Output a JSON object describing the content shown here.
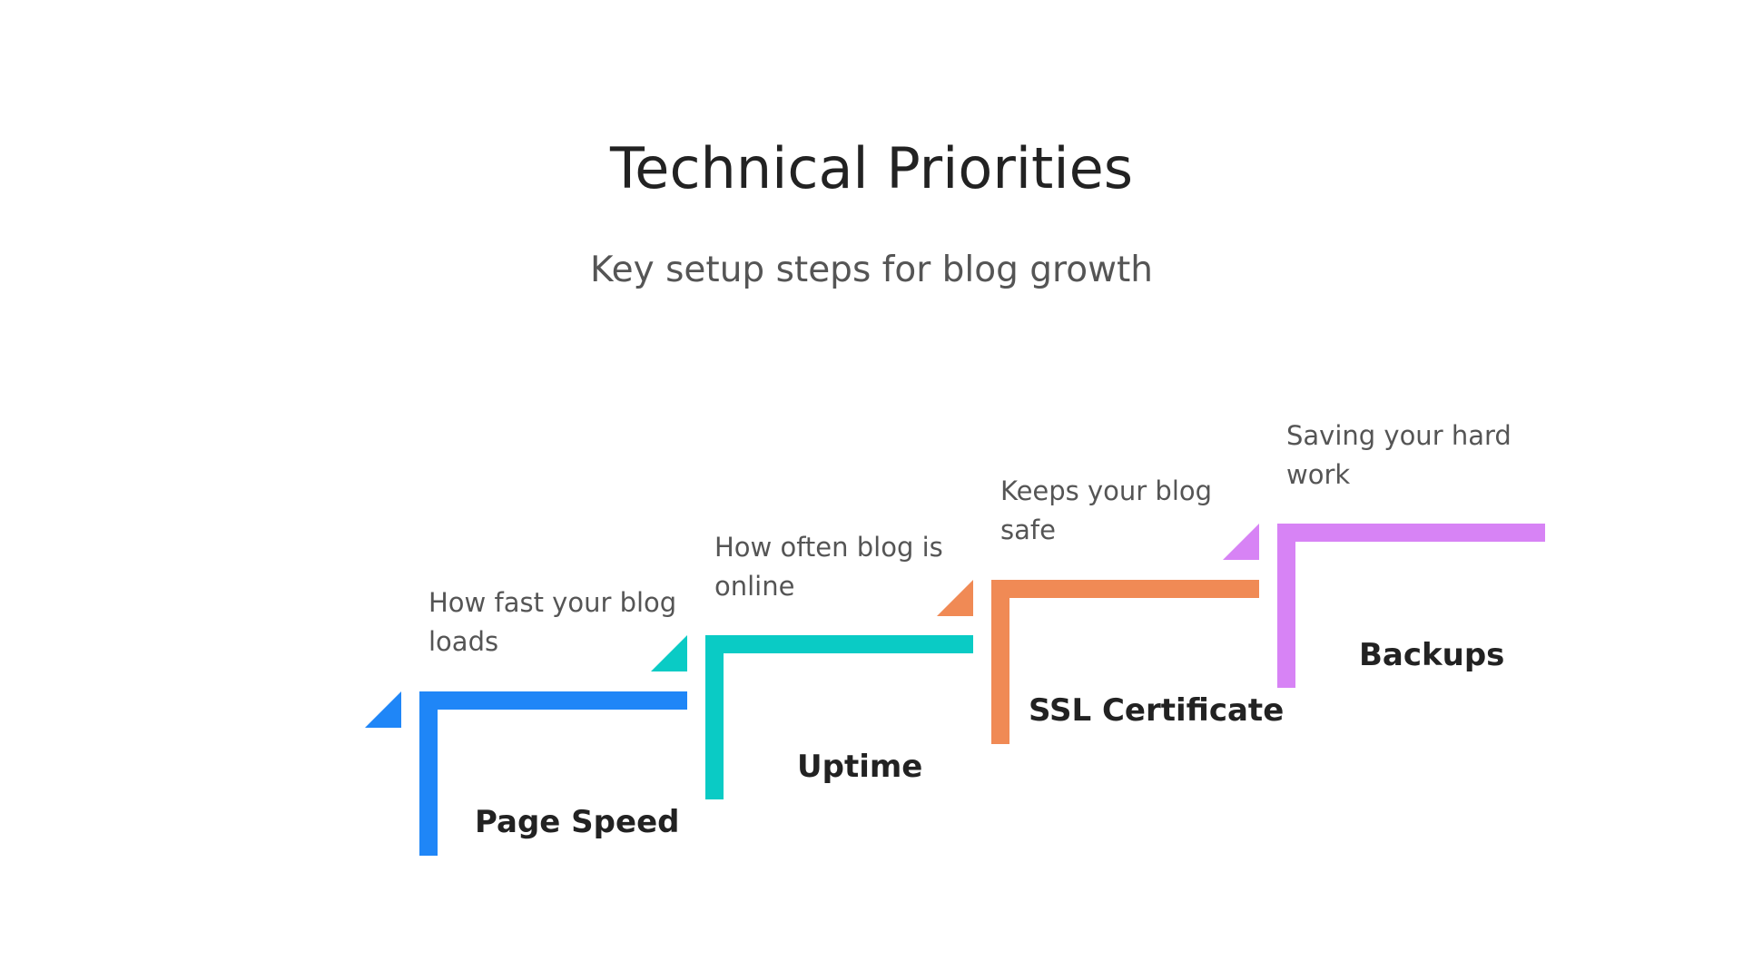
{
  "title": "Technical Priorities",
  "subtitle": "Key setup steps for blog growth",
  "steps": [
    {
      "label": "Page Speed",
      "description": "How fast your blog loads",
      "color": "#1f86f7"
    },
    {
      "label": "Uptime",
      "description": "How often blog is online",
      "color": "#0acbc5"
    },
    {
      "label": "SSL Certificate",
      "description": "Keeps your blog safe",
      "color": "#f08a55"
    },
    {
      "label": "Backups",
      "description": "Saving your hard work",
      "color": "#d783f5"
    }
  ]
}
